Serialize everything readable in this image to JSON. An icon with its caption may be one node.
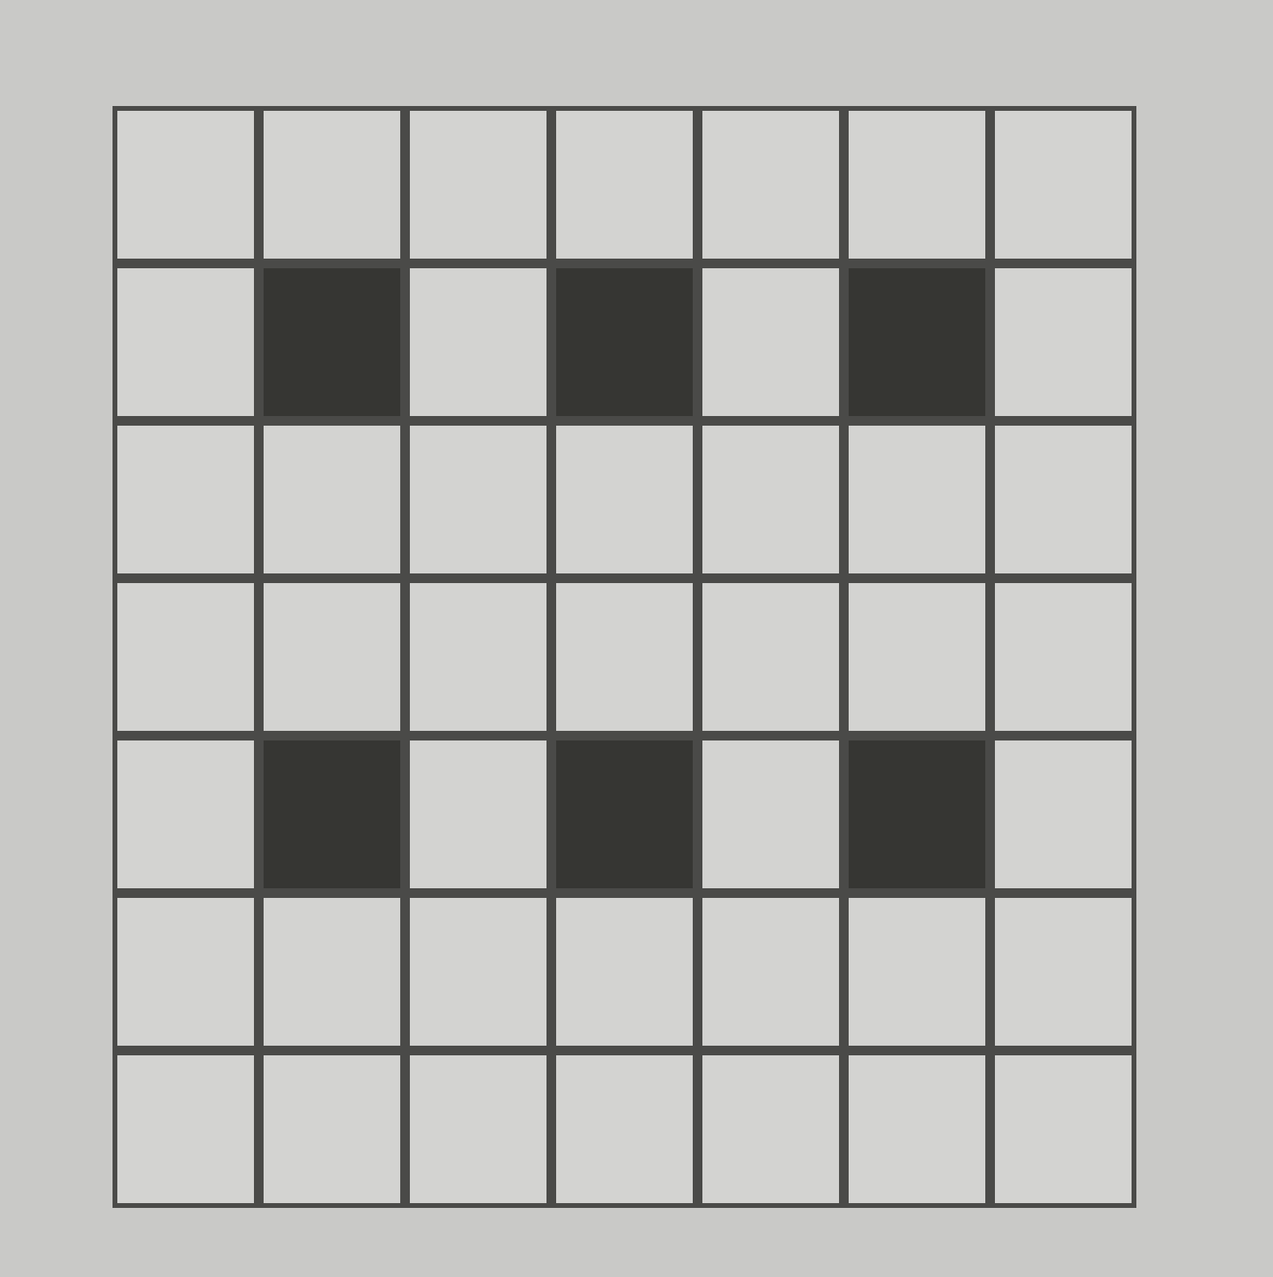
{
  "diagram": {
    "nodes": [
      {
        "text": [],
        "shape": "box"
      },
      {
        "text": [],
        "shape": "box"
      },
      {
        "text": [],
        "shape": "box"
      },
      {
        "text": [],
        "shape": "box"
      },
      {
        "text": [],
        "shape": "box"
      },
      {
        "text": [],
        "shape": "box"
      },
      {
        "text": [],
        "shape": "box"
      },
      {
        "text": [],
        "shape": "box"
      },
      {
        "text": [],
        "shape": "box"
      },
      {
        "text": [],
        "shape": "box"
      },
      {
        "text": [],
        "shape": "box"
      },
      {
        "text": [],
        "shape": "box"
      },
      {
        "text": [],
        "shape": "box"
      },
      {
        "text": [],
        "shape": "box"
      },
      {
        "text": [],
        "shape": "box"
      },
      {
        "text": [],
        "shape": "box"
      },
      {
        "text": [],
        "shape": "box"
      },
      {
        "text": [],
        "shape": "box"
      },
      {
        "text": [],
        "shape": "box"
      },
      {
        "text": [],
        "shape": "box"
      },
      {
        "text": [],
        "shape": "box"
      },
      {
        "text": [],
        "shape": "box"
      },
      {
        "text": [],
        "shape": "box"
      },
      {
        "text": [],
        "shape": "box"
      },
      {
        "text": [],
        "shape": "box"
      },
      {
        "text": [],
        "shape": "box"
      },
      {
        "text": [],
        "shape": "box"
      },
      {
        "text": [],
        "shape": "box"
      },
      {
        "text": [],
        "shape": "box"
      },
      {
        "text": [],
        "shape": "box"
      },
      {
        "text": [],
        "shape": "box"
      },
      {
        "text": [],
        "shape": "box"
      },
      {
        "text": [],
        "shape": "box"
      },
      {
        "text": [],
        "shape": "box"
      },
      {
        "text": [],
        "shape": "box"
      },
      {
        "text": [],
        "shape": "box"
      },
      {
        "text": [],
        "shape": "box"
      },
      {
        "text": [],
        "shape": "box"
      },
      {
        "text": [],
        "shape": "box"
      },
      {
        "text": [],
        "shape": "box"
      },
      {
        "text": [],
        "shape": "box"
      },
      {
        "text": [],
        "shape": "box"
      },
      {
        "text": [],
        "shape": "box"
      },
      {
        "text": [],
        "shape": "box"
      },
      {
        "text": [],
        "shape": "box"
      },
      {
        "text": [],
        "shape": "box"
      },
      {
        "text": [],
        "shape": "box"
      },
      {
        "text": [],
        "shape": "box"
      },
      {
        "text": [],
        "shape": "box"
      }
    ]
  }
}
